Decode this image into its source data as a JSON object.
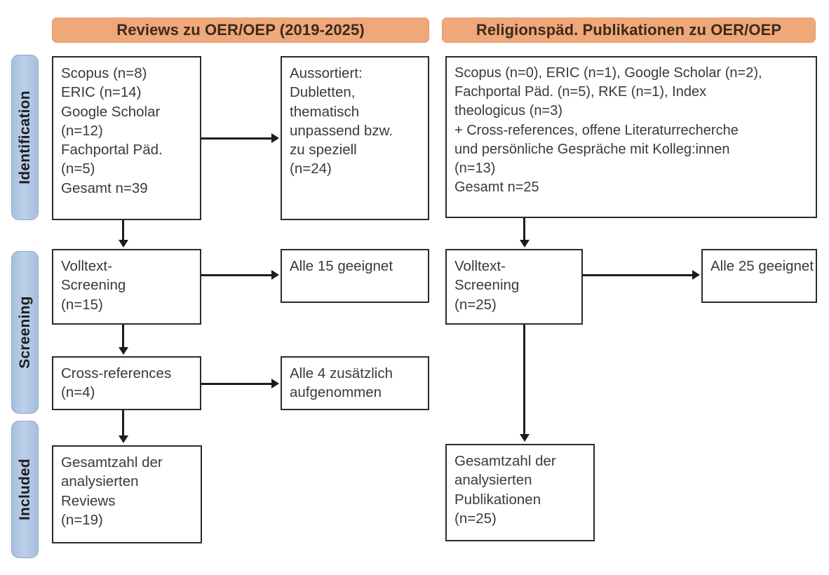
{
  "diagram": {
    "type": "prisma-flow-diagram",
    "stages": [
      {
        "id": "identification",
        "label": "Identification"
      },
      {
        "id": "screening",
        "label": "Screening"
      },
      {
        "id": "included",
        "label": "Included"
      }
    ],
    "columns": [
      {
        "id": "reviews",
        "header": "Reviews zu OER/OEP (2019-2025)"
      },
      {
        "id": "religionspaed",
        "header": "Religionspäd. Publikationen zu OER/OEP"
      }
    ],
    "colors": {
      "header_orange": "#efa87a",
      "stage_blue": "#a7bedd",
      "box_border": "#2b2b2b",
      "text": "#3a3a3a"
    },
    "boxes": {
      "left_sources": {
        "lines": [
          "Scopus (n=8)",
          "ERIC (n=14)",
          "Google Scholar",
          "(n=12)",
          "Fachportal Päd.",
          "(n=5)",
          "Gesamt n=39"
        ]
      },
      "left_excluded": {
        "lines": [
          "Aussortiert:",
          "Dubletten,",
          "thematisch",
          "unpassend bzw.",
          "zu speziell",
          "(n=24)"
        ]
      },
      "left_fulltext": {
        "lines": [
          "Volltext-",
          "Screening",
          "(n=15)"
        ]
      },
      "left_all_eligible": {
        "lines": [
          "Alle 15 geeignet"
        ]
      },
      "left_crossrefs": {
        "lines": [
          "Cross-references",
          "(n=4)"
        ]
      },
      "left_all_added": {
        "lines": [
          "Alle 4 zusätzlich",
          "aufgenommen"
        ]
      },
      "left_included": {
        "lines": [
          "Gesamtzahl der",
          "analysierten",
          "Reviews",
          "(n=19)"
        ]
      },
      "right_sources": {
        "lines": [
          "Scopus (n=0), ERIC (n=1), Google Scholar (n=2),",
          "Fachportal Päd. (n=5), RKE (n=1), Index",
          "theologicus (n=3)",
          "+ Cross-references, offene Literaturrecherche",
          "und persönliche Gespräche mit Kolleg:innen",
          "(n=13)",
          "Gesamt n=25"
        ]
      },
      "right_fulltext": {
        "lines": [
          "Volltext-",
          "Screening",
          "(n=25)"
        ]
      },
      "right_all_eligible": {
        "lines": [
          "Alle 25 geeignet"
        ]
      },
      "right_included": {
        "lines": [
          "Gesamtzahl der",
          "analysierten",
          "Publikationen",
          "(n=25)"
        ]
      }
    }
  }
}
